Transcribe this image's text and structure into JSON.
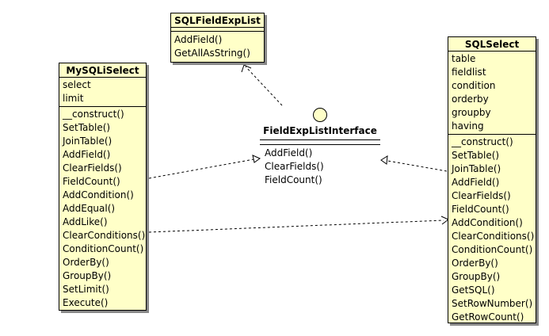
{
  "diagram": {
    "sqlfieldexplist": {
      "name": "SQLFieldExpList",
      "attributes": [],
      "operations": [
        "AddField()",
        "GetAllAsString()"
      ]
    },
    "mysqliselect": {
      "name": "MySQLiSelect",
      "attributes": [
        "select",
        "limit"
      ],
      "operations": [
        "__construct()",
        "SetTable()",
        "JoinTable()",
        "AddField()",
        "ClearFields()",
        "FieldCount()",
        "AddCondition()",
        "AddEqual()",
        "AddLike()",
        "ClearConditions()",
        "ConditionCount()",
        "OrderBy()",
        "GroupBy()",
        "SetLimit()",
        "Execute()"
      ]
    },
    "fieldexplistinterface": {
      "name": "FieldExpListInterface",
      "operations": [
        "AddField()",
        "ClearFields()",
        "FieldCount()"
      ]
    },
    "sqlselect": {
      "name": "SQLSelect",
      "attributes": [
        "table",
        "fieldlist",
        "condition",
        "orderby",
        "groupby",
        "having"
      ],
      "operations": [
        "__construct()",
        "SetTable()",
        "JoinTable()",
        "AddField()",
        "ClearFields()",
        "FieldCount()",
        "AddCondition()",
        "ClearConditions()",
        "ConditionCount()",
        "OrderBy()",
        "GroupBy()",
        "GetSQL()",
        "SetRowNumber()",
        "GetRowCount()"
      ]
    },
    "colors": {
      "class_fill": "#ffffc8",
      "border": "#000000",
      "shadow": "#888888"
    }
  }
}
